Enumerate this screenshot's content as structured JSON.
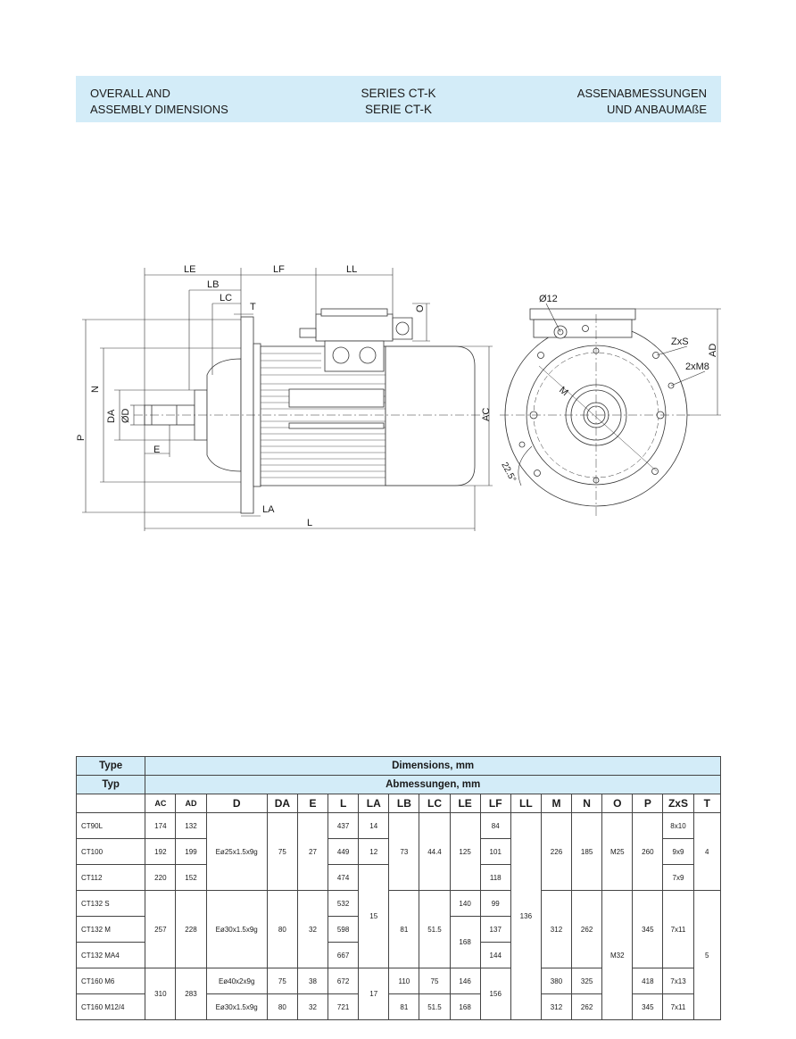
{
  "header": {
    "left_line1": "OVERALL AND",
    "left_line2": "ASSEMBLY DIMENSIONS",
    "center_line1": "SERIES CT-K",
    "center_line2": "SERIE CT-K",
    "right_line1": "ASSENABMESSUNGEN",
    "right_line2": "UND ANBAUMAßE"
  },
  "drawing": {
    "labels": {
      "LE": "LE",
      "LF": "LF",
      "LL": "LL",
      "LB": "LB",
      "LC": "LC",
      "T": "T",
      "O": "O",
      "N": "N",
      "DA": "DA",
      "D": "ØD",
      "P": "P",
      "E": "E",
      "AC": "AC",
      "LA": "LA",
      "L": "L",
      "phi12": "Ø12",
      "ZxS": "ZxS",
      "AD": "AD",
      "xM8": "2xM8",
      "M": "M",
      "angle": "22.5°"
    }
  },
  "table": {
    "title_en_label": "Type",
    "title_en": "Dimensions, mm",
    "title_de_label": "Typ",
    "title_de": "Abmessungen, mm",
    "columns": [
      "AC",
      "AD",
      "D",
      "DA",
      "E",
      "L",
      "LA",
      "LB",
      "LC",
      "LE",
      "LF",
      "LL",
      "M",
      "N",
      "O",
      "P",
      "ZxS",
      "T"
    ],
    "types": [
      "CT90L",
      "CT100",
      "CT112",
      "CT132 S",
      "CT132 M",
      "CT132 MA4",
      "CT160 M6",
      "CT160 M12/4"
    ],
    "ac": [
      "174",
      "192",
      "220",
      "257",
      "310"
    ],
    "ad": [
      "132",
      "199",
      "152",
      "228",
      "283"
    ],
    "d": [
      "Eø25x1.5x9g",
      "Eø30x1.5x9g",
      "Eø40x2x9g",
      "Eø30x1.5x9g"
    ],
    "da": [
      "75",
      "80",
      "75",
      "80"
    ],
    "e": [
      "27",
      "32",
      "38",
      "32"
    ],
    "l": [
      "437",
      "449",
      "474",
      "532",
      "598",
      "667",
      "672",
      "721"
    ],
    "la": [
      "14",
      "12",
      "15",
      "17"
    ],
    "lb": [
      "73",
      "81",
      "110",
      "81"
    ],
    "lc": [
      "44.4",
      "51.5",
      "75",
      "51.5"
    ],
    "le": [
      "125",
      "140",
      "168",
      "146",
      "168"
    ],
    "lf": [
      "84",
      "101",
      "118",
      "99",
      "137",
      "144",
      "156"
    ],
    "ll": [
      "136"
    ],
    "m": [
      "226",
      "312",
      "380",
      "312"
    ],
    "n": [
      "185",
      "262",
      "325",
      "262"
    ],
    "o": [
      "M25",
      "M32"
    ],
    "p": [
      "260",
      "345",
      "418",
      "345"
    ],
    "zxs": [
      "8x10",
      "9x9",
      "7x9",
      "7x11",
      "7x13",
      "7x11"
    ],
    "t": [
      "4",
      "5"
    ]
  }
}
